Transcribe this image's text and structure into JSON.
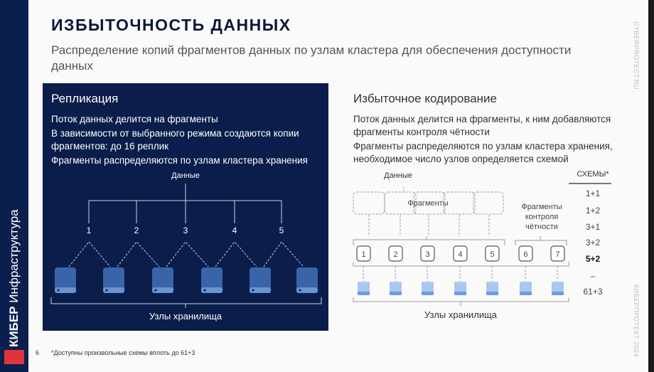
{
  "slide": {
    "title": "ИЗБЫТОЧНОСТЬ ДАННЫХ",
    "subtitle": "Распределение копий фрагментов данных по узлам кластера для обеспечения доступности данных",
    "page": "6",
    "footnote": "*Доступны произвольные схемы вплоть до 61+3"
  },
  "brand": {
    "bold": "КИБЕР",
    "regular": " Инфраструктура",
    "site": "CYBERPROTECT.RU",
    "copyright": "КИБЕРПРОТЕКТ 2024"
  },
  "replication": {
    "title": "Репликация",
    "bullets": [
      "Поток данных делится на фрагменты",
      "В зависимости от выбранного режима создаются копии фрагментов: до 16 реплик",
      "Фрагменты распределяются по узлам кластера хранения"
    ],
    "diagram": {
      "data_label": "Данные",
      "fragments": [
        "1",
        "2",
        "3",
        "4",
        "5"
      ],
      "nodes_label": "Узлы хранилища"
    }
  },
  "erasure": {
    "title": "Избыточное кодирование",
    "bullets": [
      "Поток данных делится на фрагменты, к ним добавляются фрагменты контроля чётности",
      "Фрагменты распределяются по узлам кластера хранения, необходимое число узлов определяется схемой"
    ],
    "diagram": {
      "data_label": "Данные",
      "fragments_label": "Фрагменты",
      "parity_label": [
        "Фрагменты",
        "контроля",
        "чётности"
      ],
      "blocks": [
        "1",
        "2",
        "3",
        "4",
        "5",
        "6",
        "7"
      ],
      "nodes_label": "Узлы хранилища"
    },
    "schemes": {
      "header": "СХЕМЫ*",
      "items": [
        "1+1",
        "1+2",
        "3+1",
        "3+2",
        "5+2",
        "–",
        "61+3"
      ],
      "highlight": "5+2"
    }
  },
  "colors": {
    "navy": "#0b1d4a",
    "red": "#e0343b",
    "disk_dark": "#3a64a8",
    "disk_light": "#a9c8ee"
  }
}
